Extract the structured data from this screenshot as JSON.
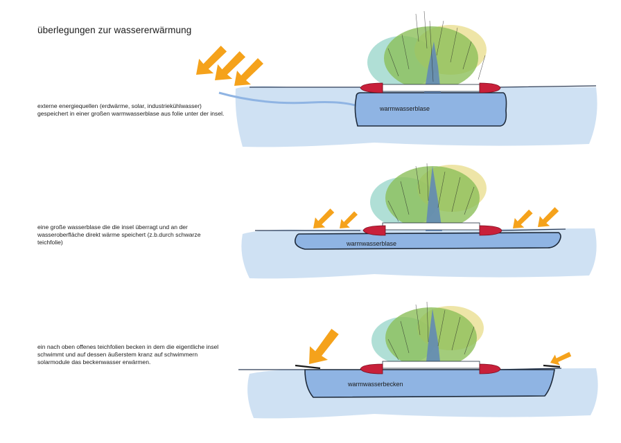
{
  "title": "überlegungen zur wassererwärmung",
  "panels": [
    {
      "description": "externe energiequellen (erdwärme, solar, industriekühlwasser) gespeichert in einer großen warmwasserblase aus folie unter der insel.",
      "label": "warmwasserblase"
    },
    {
      "description": "eine große wasserblase die die insel überragt und an der wasseroberfläche direkt wärme speichert (z.b.durch schwarze teichfolie)",
      "label": "warmwasserblase"
    },
    {
      "description": "ein nach oben offenes teichfolien becken in dem die eigentliche insel schwimmt und auf dessen äußerstem kranz auf schwimmern solarmodule das beckenwasser erwärmen.",
      "label": "warmwasserbecken"
    }
  ],
  "colors": {
    "water": "#cfe1f3",
    "warm_water": "#8fb4e3",
    "arrow": "#f5a21b",
    "float": "#c8203a",
    "foliage_green": "#8cbf5a",
    "foliage_teal": "#8fd1c4",
    "foliage_yellow": "#e8dc8a",
    "trunk": "#5f86b8"
  }
}
